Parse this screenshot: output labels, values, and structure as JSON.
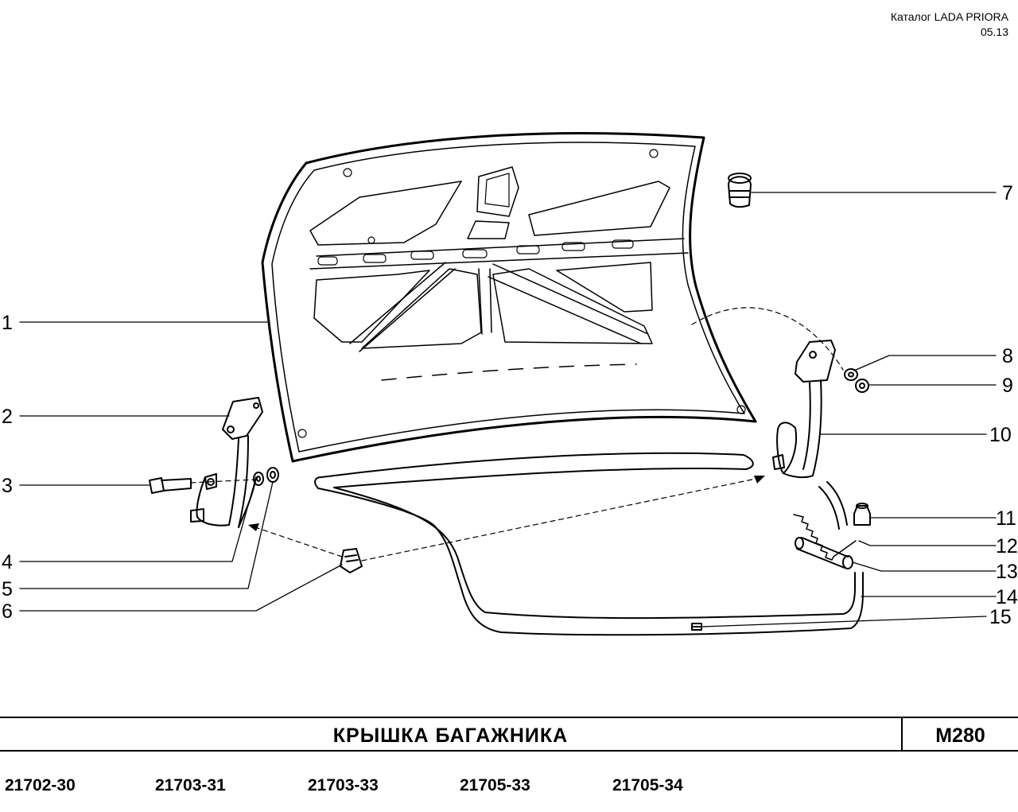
{
  "header": {
    "catalog_line": "Каталог  LADA  PRIORA",
    "date": "05.13"
  },
  "callouts": [
    "1",
    "2",
    "3",
    "4",
    "5",
    "6",
    "7",
    "8",
    "9",
    "10",
    "11",
    "12",
    "13",
    "14",
    "15"
  ],
  "title_block": {
    "title": "КРЫШКА   БАГАЖНИКА",
    "code": "M280"
  },
  "models": [
    "21702-30",
    "21703-31",
    "21703-33",
    "21705-33",
    "21705-34"
  ]
}
